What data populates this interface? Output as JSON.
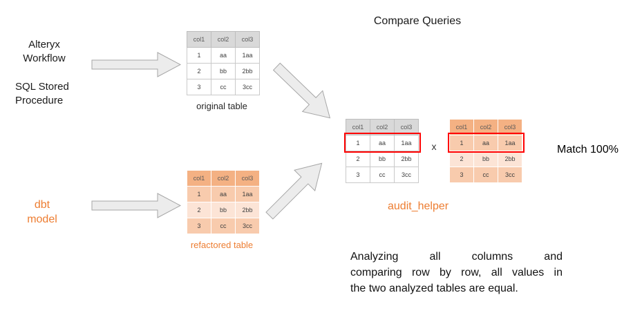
{
  "title": "Compare Queries",
  "sources": {
    "alteryx_line1": "Alteryx",
    "alteryx_line2": "Workflow",
    "sql_line1": "SQL Stored",
    "sql_line2": "Procedure",
    "dbt_line1": "dbt",
    "dbt_line2": "model"
  },
  "table_shared": {
    "headers": [
      "col1",
      "col2",
      "col3"
    ],
    "rows": [
      [
        "1",
        "aa",
        "1aa"
      ],
      [
        "2",
        "bb",
        "2bb"
      ],
      [
        "3",
        "cc",
        "3cc"
      ]
    ]
  },
  "captions": {
    "original": "original table",
    "refactored": "refactored table"
  },
  "compare": {
    "operator": "x",
    "audit_label": "audit_helper",
    "match_label": "Match 100%"
  },
  "description": {
    "lines": [
      "Analyzing all columns and",
      "comparing row by row, all values in",
      "the two analyzed tables are equal."
    ]
  },
  "colors": {
    "accent_orange": "#ED7D31",
    "orange_header": "#F4B183",
    "orange_row_odd": "#F8CBAD",
    "orange_row_even": "#FCE4D6",
    "gray_header": "#D9D9D9",
    "highlight_red": "#FF0000",
    "arrow_fill": "#ECECEC",
    "arrow_stroke": "#A6A6A6"
  }
}
